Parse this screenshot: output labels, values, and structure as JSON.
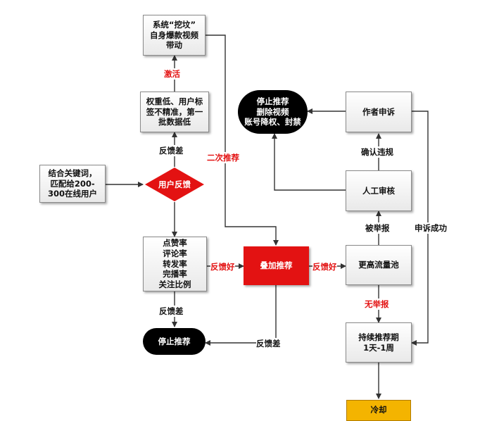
{
  "nodes": {
    "wakeup": "系统“挖坟”\n自身爆款视频\n带动",
    "low_weight": "权重低、用户标\n签不精准，第一\n批数据低",
    "keywords": "结合关键词，\n匹配给200-\n300在线用户",
    "user_feedback": "用户反馈",
    "metrics": "点赞率\n评论率\n转发率\n完播率\n关注比例",
    "stop_left": "停止推荐",
    "stack_recommend": "叠加推荐",
    "higher_pool": "更高流量池",
    "manual_review": "人工审核",
    "author_appeal": "作者申诉",
    "stop_top": "停止推荐\n删除视频\n账号降权、封禁",
    "continue": "持续推荐期\n1天-1周",
    "cold": "冷却"
  },
  "edge_labels": {
    "activate": "激活",
    "feedback_bad_1": "反馈差",
    "feedback_bad_2": "反馈差",
    "feedback_bad_3": "反馈差",
    "second_recommend": "二次推荐",
    "feedback_good_1": "反馈好",
    "feedback_good_2": "反馈好",
    "confirm_violation": "确认违规",
    "reported": "被举报",
    "appeal_success": "申诉成功",
    "no_report": "无举报"
  },
  "colors": {
    "red": "#e31212",
    "black": "#000000",
    "orange": "#f4b400",
    "line": "#333333"
  }
}
